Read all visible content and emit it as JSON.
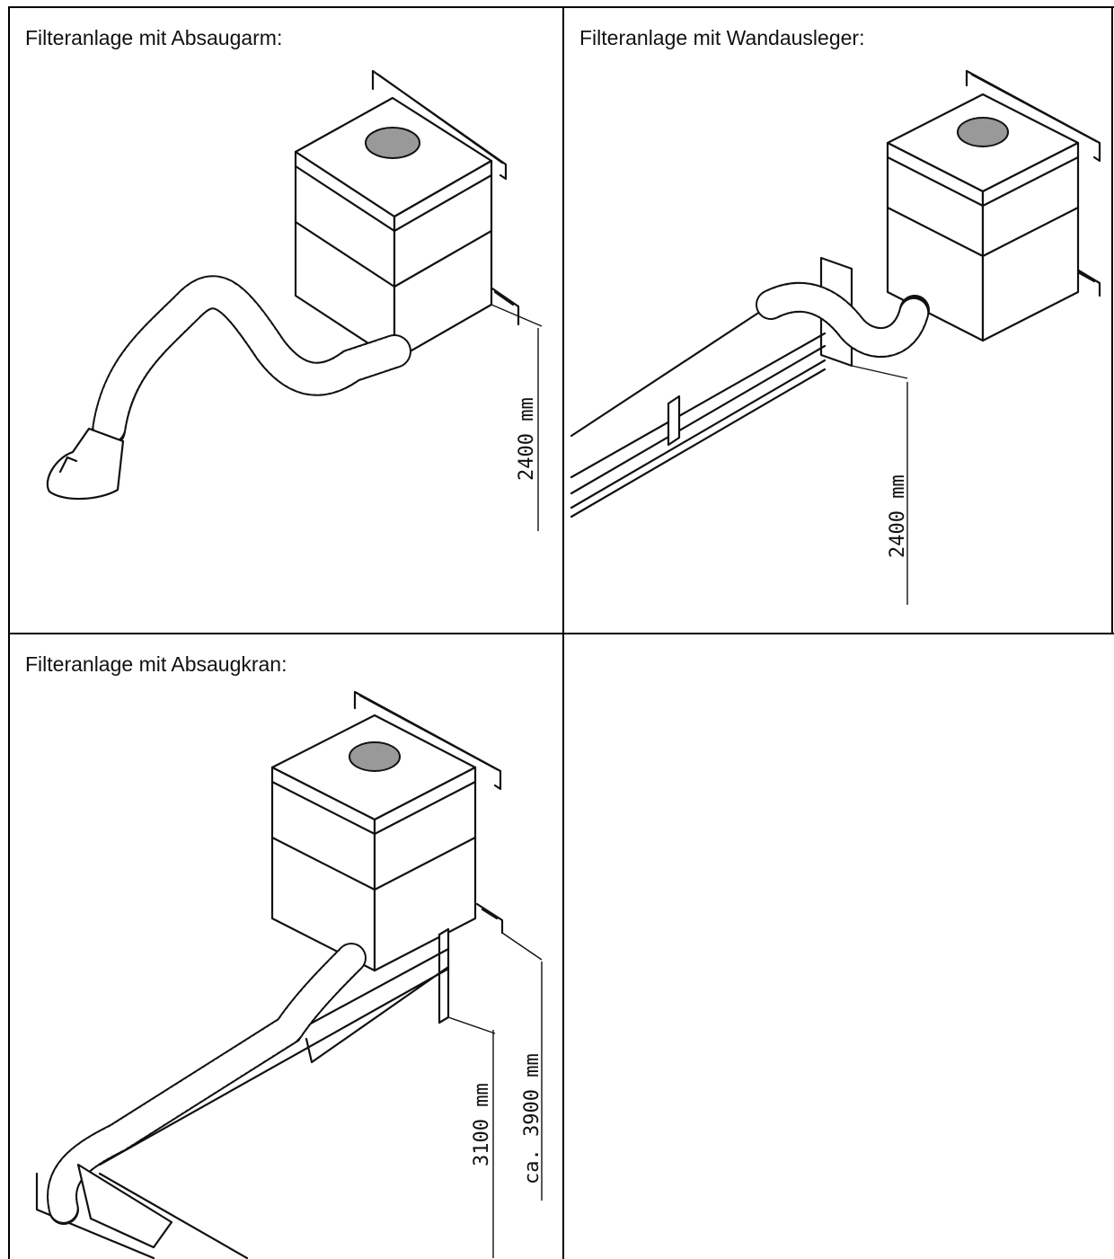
{
  "panels": [
    {
      "caption": "Filteranlage mit Absaugarm:",
      "dimensions": [
        "2400 mm"
      ]
    },
    {
      "caption": "Filteranlage mit Wandausleger:",
      "dimensions": [
        "2400 mm"
      ]
    },
    {
      "caption": "Filteranlage mit Absaugkran:",
      "dimensions": [
        "3100 mm",
        "ca. 3900 mm"
      ]
    }
  ]
}
